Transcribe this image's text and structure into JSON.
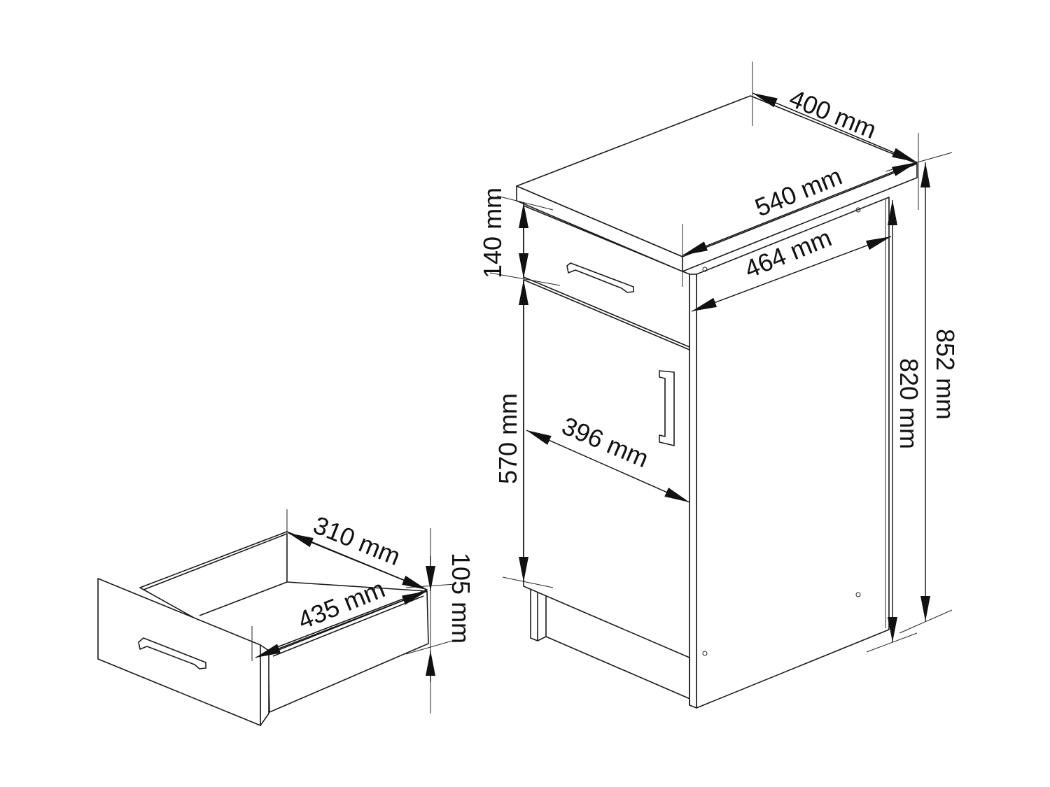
{
  "dimensions": {
    "cabinet_depth_top": "400 mm",
    "cabinet_width_top": "540 mm",
    "cabinet_inner_width": "464 mm",
    "drawer_front_height": "140 mm",
    "door_height": "570 mm",
    "door_width": "396 mm",
    "body_height": "820 mm",
    "total_height": "852 mm",
    "drawer_depth": "310 mm",
    "drawer_width": "435 mm",
    "drawer_height": "105 mm"
  },
  "colors": {
    "line": "#1a1a1a",
    "background": "#ffffff"
  }
}
